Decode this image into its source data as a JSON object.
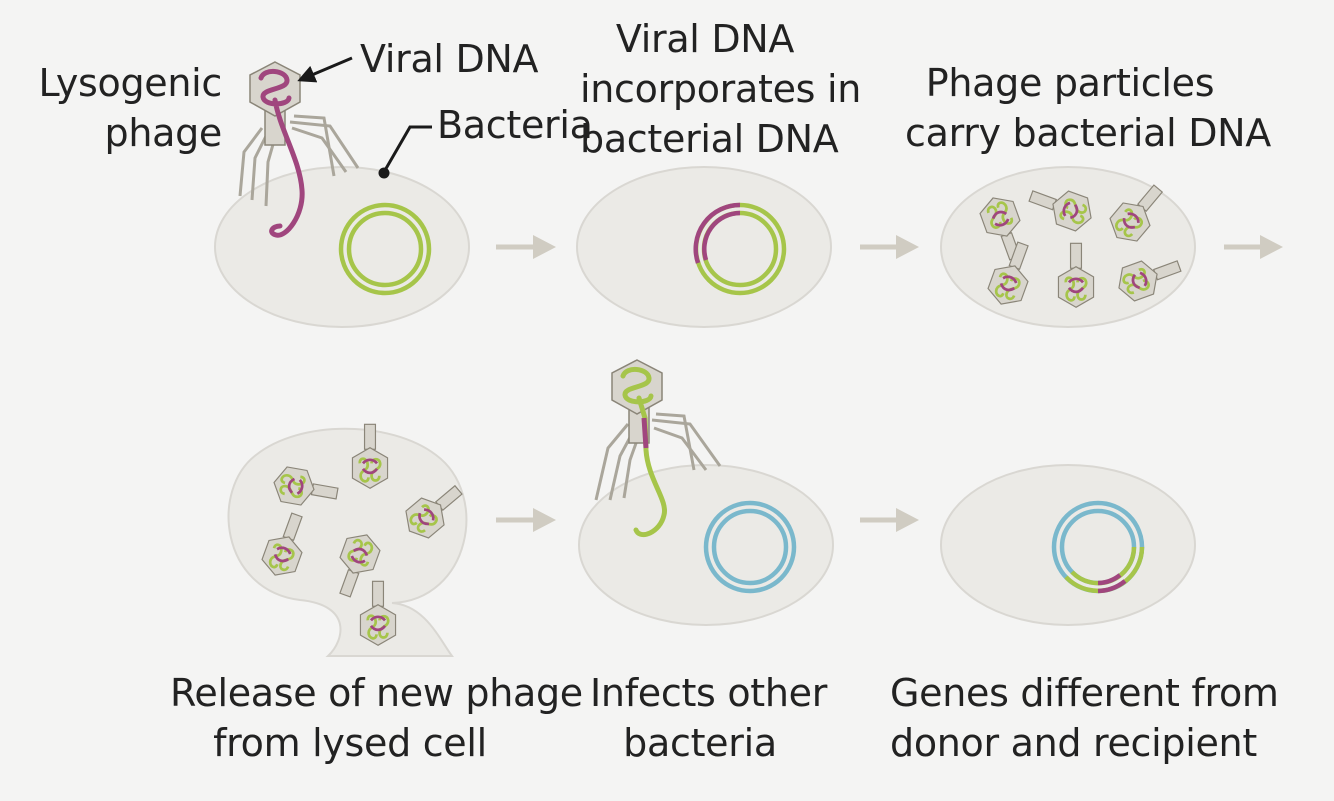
{
  "colors": {
    "background": "#f4f4f3",
    "cell_fill": "#ebeae6",
    "cell_stroke": "#d9d7d2",
    "viral_dna": "#a0467e",
    "bacterial_dna": "#a6c54a",
    "recipient_dna": "#7ab8cc",
    "arrow": "#d0ccc2",
    "phage_fill": "#d8d5cd",
    "phage_stroke": "#8a8578"
  },
  "labels": {
    "lysogenic_phage": [
      "Lysogenic",
      "phage"
    ],
    "viral_dna": "Viral DNA",
    "bacteria": "Bacteria",
    "step2": [
      "Viral DNA",
      "incorporates in",
      "bacterial DNA"
    ],
    "step3": [
      "Phage particles",
      "carry bacterial DNA"
    ],
    "step4": [
      "Release of new phage",
      "from lysed cell"
    ],
    "step5": [
      "Infects other",
      "bacteria"
    ],
    "step6": [
      "Genes different from",
      "donor and recipient"
    ]
  }
}
